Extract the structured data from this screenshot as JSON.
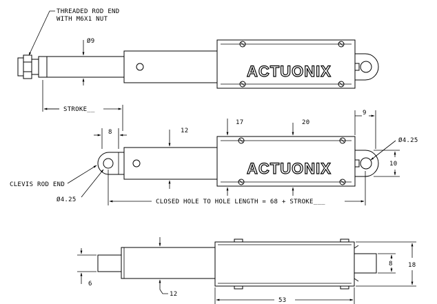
{
  "brand_name": "ACTUONIX",
  "colors": {
    "line": "#000000",
    "background": "#ffffff"
  },
  "top_view": {
    "callout_line1": "THREADED ROD END",
    "callout_line2": "WITH M6X1 NUT",
    "rod_diameter": "Ø9",
    "stroke_label": "STROKE__"
  },
  "middle_view": {
    "dim_8": "8",
    "dim_12": "12",
    "dim_17": "17",
    "dim_20": "20",
    "dim_9": "9",
    "dim_hole_right": "Ø4.25",
    "dim_10": "10",
    "clevis_label": "CLEVIS ROD END",
    "dim_hole_left": "Ø4.25",
    "length_label": "CLOSED HOLE TO HOLE LENGTH = 68 + STROKE___"
  },
  "bottom_view": {
    "dim_6": "6",
    "dim_12": "12",
    "dim_8": "8",
    "dim_18": "18",
    "dim_53": "53"
  }
}
